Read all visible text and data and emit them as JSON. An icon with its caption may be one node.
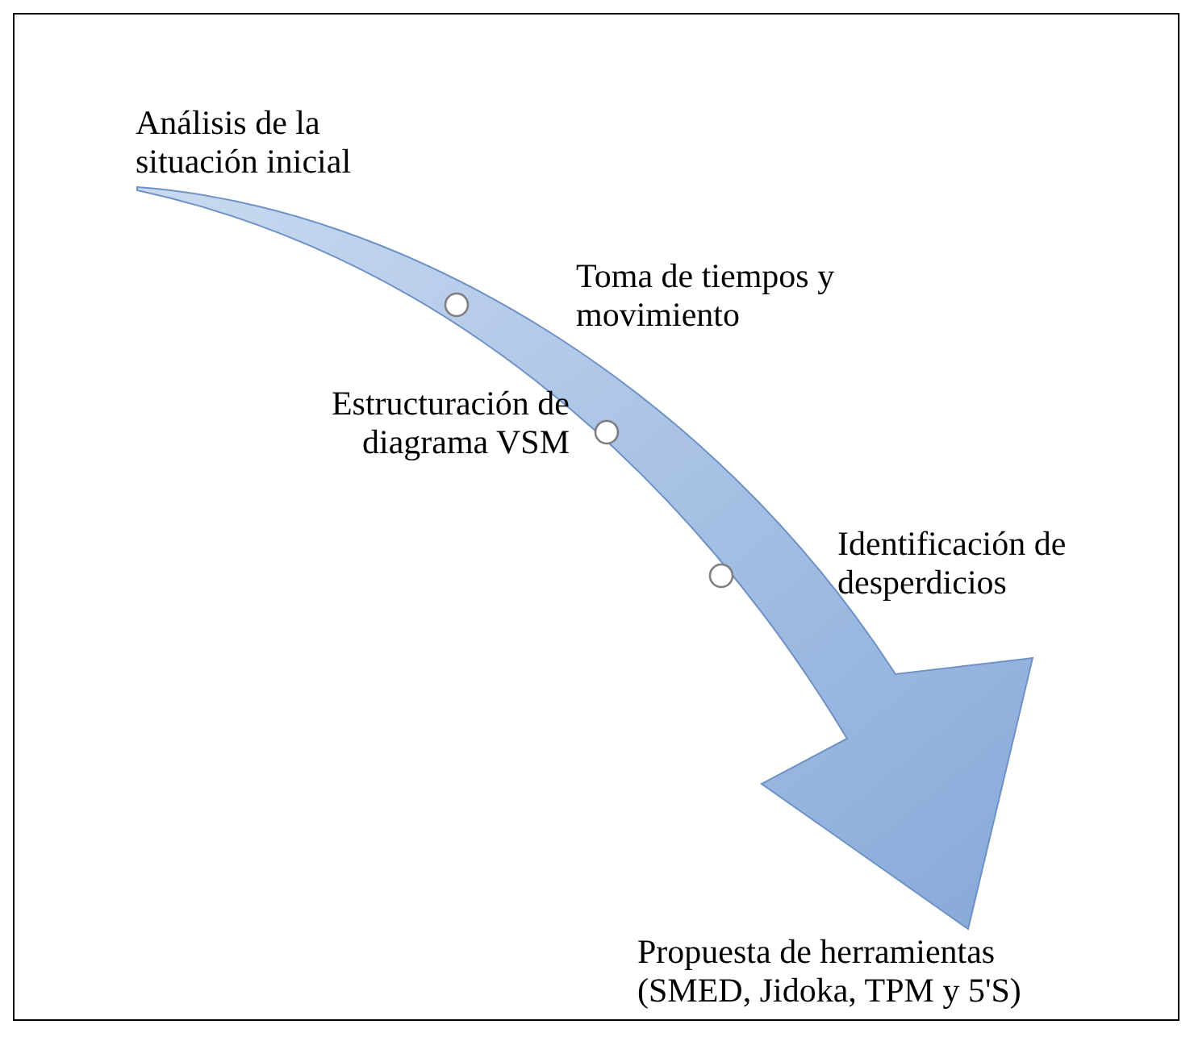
{
  "diagram": {
    "nodes": [
      {
        "text": [
          "Análisis de la situación inicial"
        ]
      },
      {
        "text": [],
        "shape": "circle",
        "beside": [
          "Toma de tiempos y movimiento"
        ]
      },
      {
        "text": [],
        "shape": "circle",
        "beside": [
          "Estructuración de diagrama VSM"
        ]
      },
      {
        "text": [],
        "shape": "circle",
        "beside": [
          "Identificación de desperdicios"
        ]
      },
      {
        "text": [
          "Propuesta de herramientas (SMED, Jidoka, TPM y 5'S)"
        ]
      }
    ],
    "edges": [
      {
        "from": 0,
        "to": 4,
        "arrow": "to"
      }
    ]
  }
}
